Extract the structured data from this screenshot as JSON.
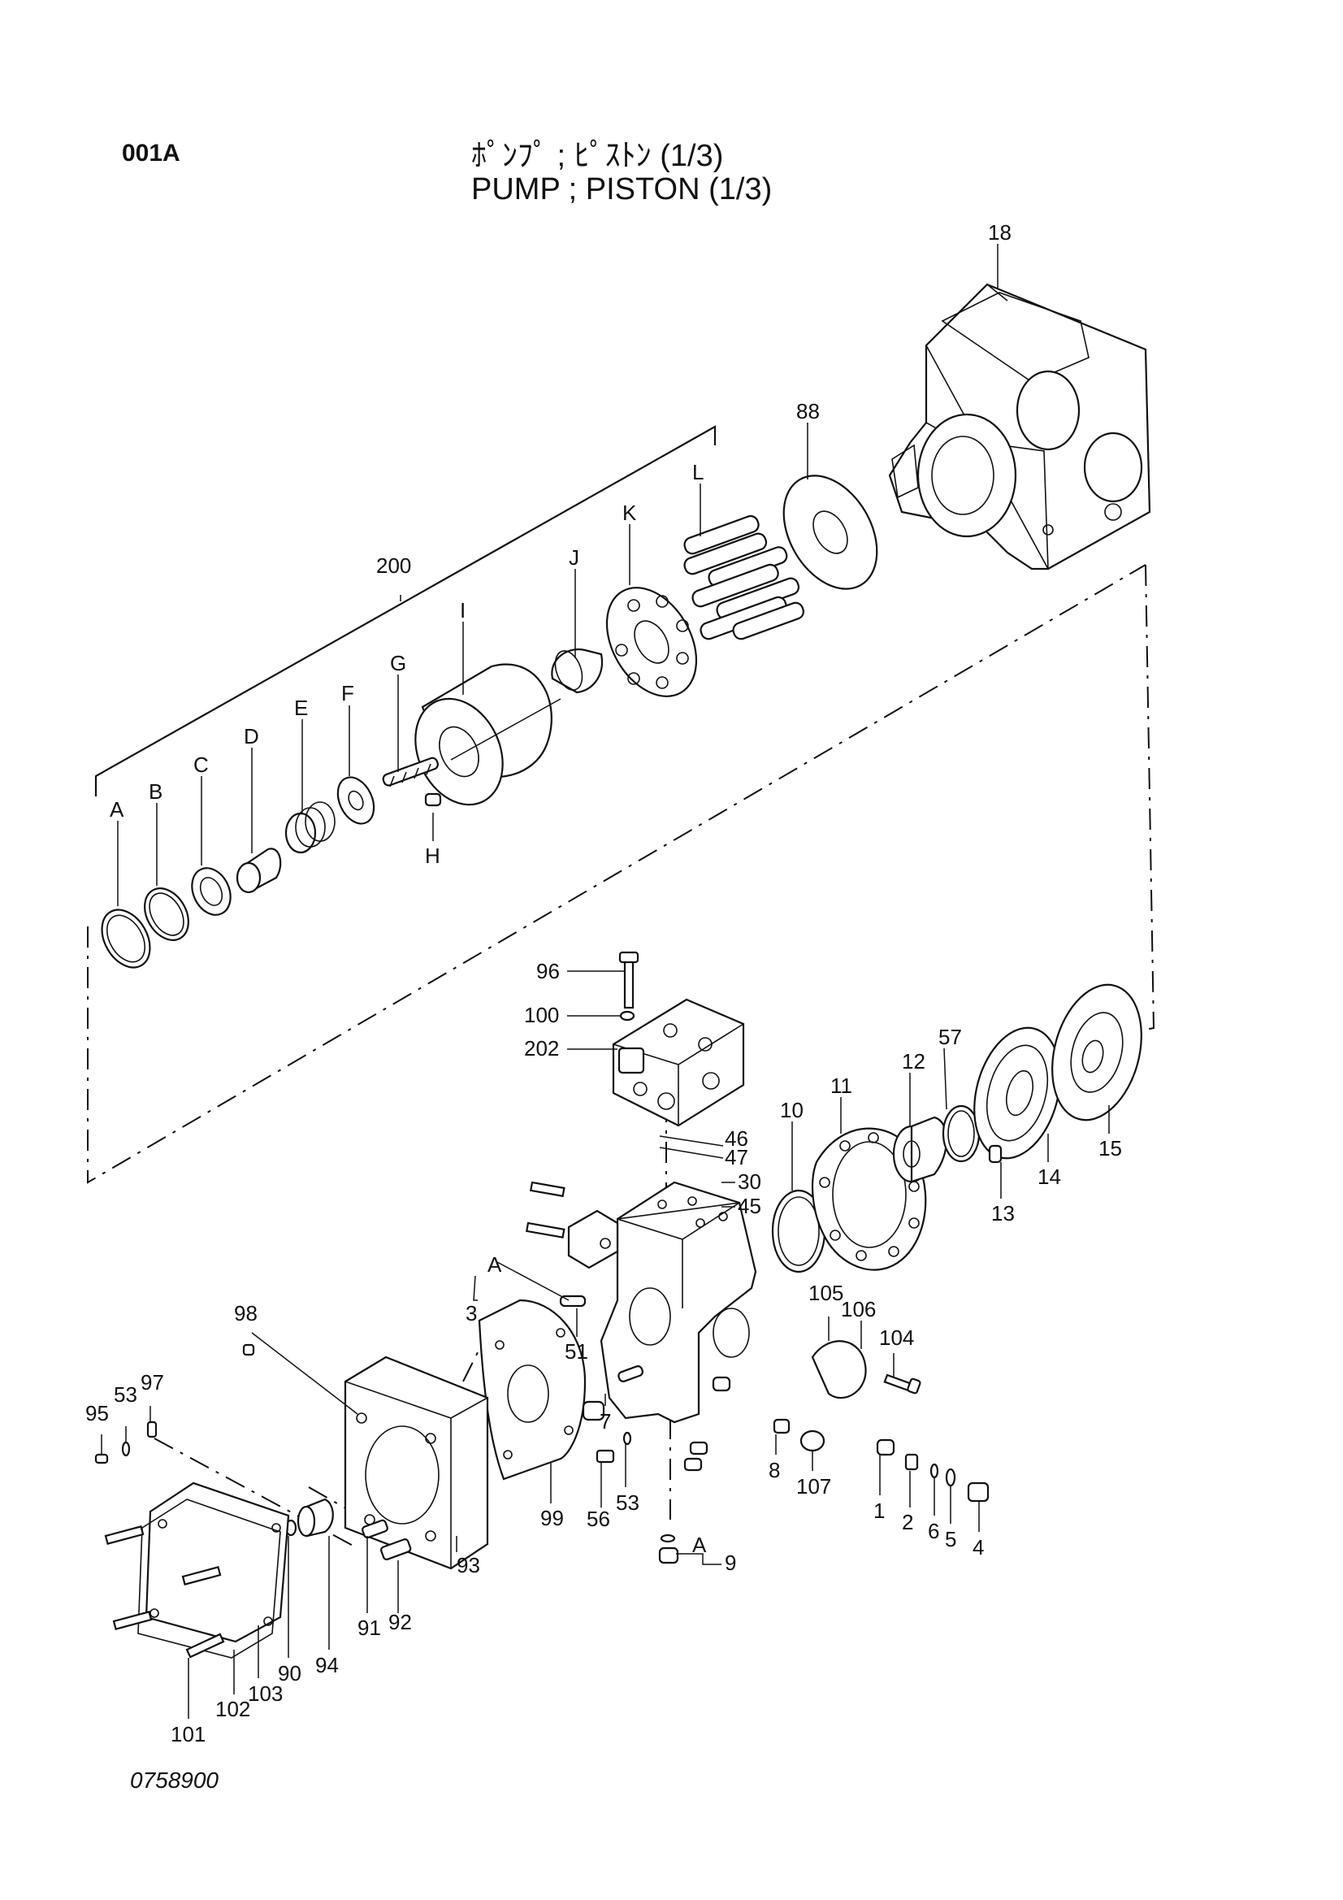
{
  "header": {
    "page_code": "001A",
    "title_jp": "ﾎﾟﾝﾌﾟ ; ﾋﾟｽﾄﾝ (1/3)",
    "title_en": "PUMP ; PISTON (1/3)"
  },
  "footer": {
    "drawing_number": "0758900"
  },
  "callouts": [
    "18",
    "88",
    "200",
    "L",
    "K",
    "J",
    "I",
    "G",
    "F",
    "E",
    "D",
    "C",
    "B",
    "A",
    "H",
    "96",
    "100",
    "202",
    "57",
    "12",
    "11",
    "10",
    "46",
    "47",
    "30",
    "45",
    "15",
    "14",
    "13",
    "A",
    "3",
    "98",
    "51",
    "105",
    "106",
    "104",
    "7",
    "53",
    "97",
    "95",
    "8",
    "107",
    "56",
    "53",
    "1",
    "2",
    "6",
    "5",
    "4",
    "99",
    "93",
    "A",
    "9",
    "94",
    "91",
    "92",
    "90",
    "103",
    "102",
    "101"
  ]
}
